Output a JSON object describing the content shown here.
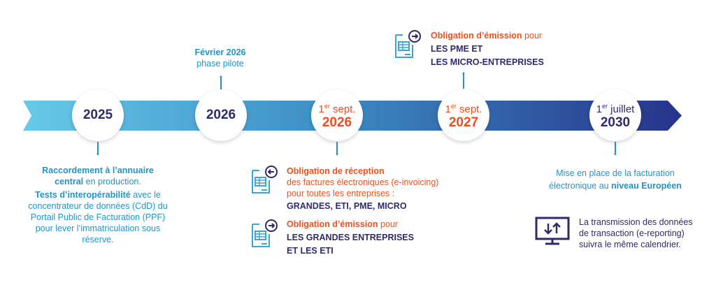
{
  "colors": {
    "blue": "#1f95c4",
    "orange": "#e8501e",
    "navy": "#2e2a6b"
  },
  "milestones": [
    {
      "year": "2025"
    },
    {
      "year": "2026"
    },
    {
      "day": "1",
      "sup": "er",
      "month": "sept.",
      "year": "2026"
    },
    {
      "day": "1",
      "sup": "er",
      "month": "sept.",
      "year": "2027"
    },
    {
      "day": "1",
      "sup": "er",
      "month": "juillet",
      "year": "2030"
    }
  ],
  "pilot": {
    "title": "Février 2026",
    "subtitle": "phase pilote"
  },
  "m2025": {
    "bold1": "Raccordement à l’annuaire central",
    "rest1": " en production.",
    "bold2": "Tests d’interopérabilité",
    "rest2": " avec le concentrateur de données (CdD) du Portail Public de Facturation (PPF) pour lever l’immatriculation sous réserve."
  },
  "reception": {
    "title": "Obligation de réception",
    "line1": "des factures électroniques (e-invoicing)",
    "line2": "pour toutes les entreprises :",
    "targets": "GRANDES, ETI, PME, MICRO"
  },
  "emission2026": {
    "title": "Obligation d’émission",
    "pour": " pour",
    "line1": "LES GRANDES ENTREPRISES",
    "line2": "ET LES ETI"
  },
  "emission2027": {
    "title": "Obligation d’émission",
    "pour": " pour",
    "line1": "LES PME ET",
    "line2": "LES MICRO-ENTREPRISES"
  },
  "m2030": {
    "line1": "Mise en place de la facturation",
    "line2a": "électronique au ",
    "line2b": "niveau Européen"
  },
  "reporting": {
    "line1": "La transmission des données",
    "line2": "de transaction (e-reporting)",
    "line3": "suivra le même calendrier."
  }
}
